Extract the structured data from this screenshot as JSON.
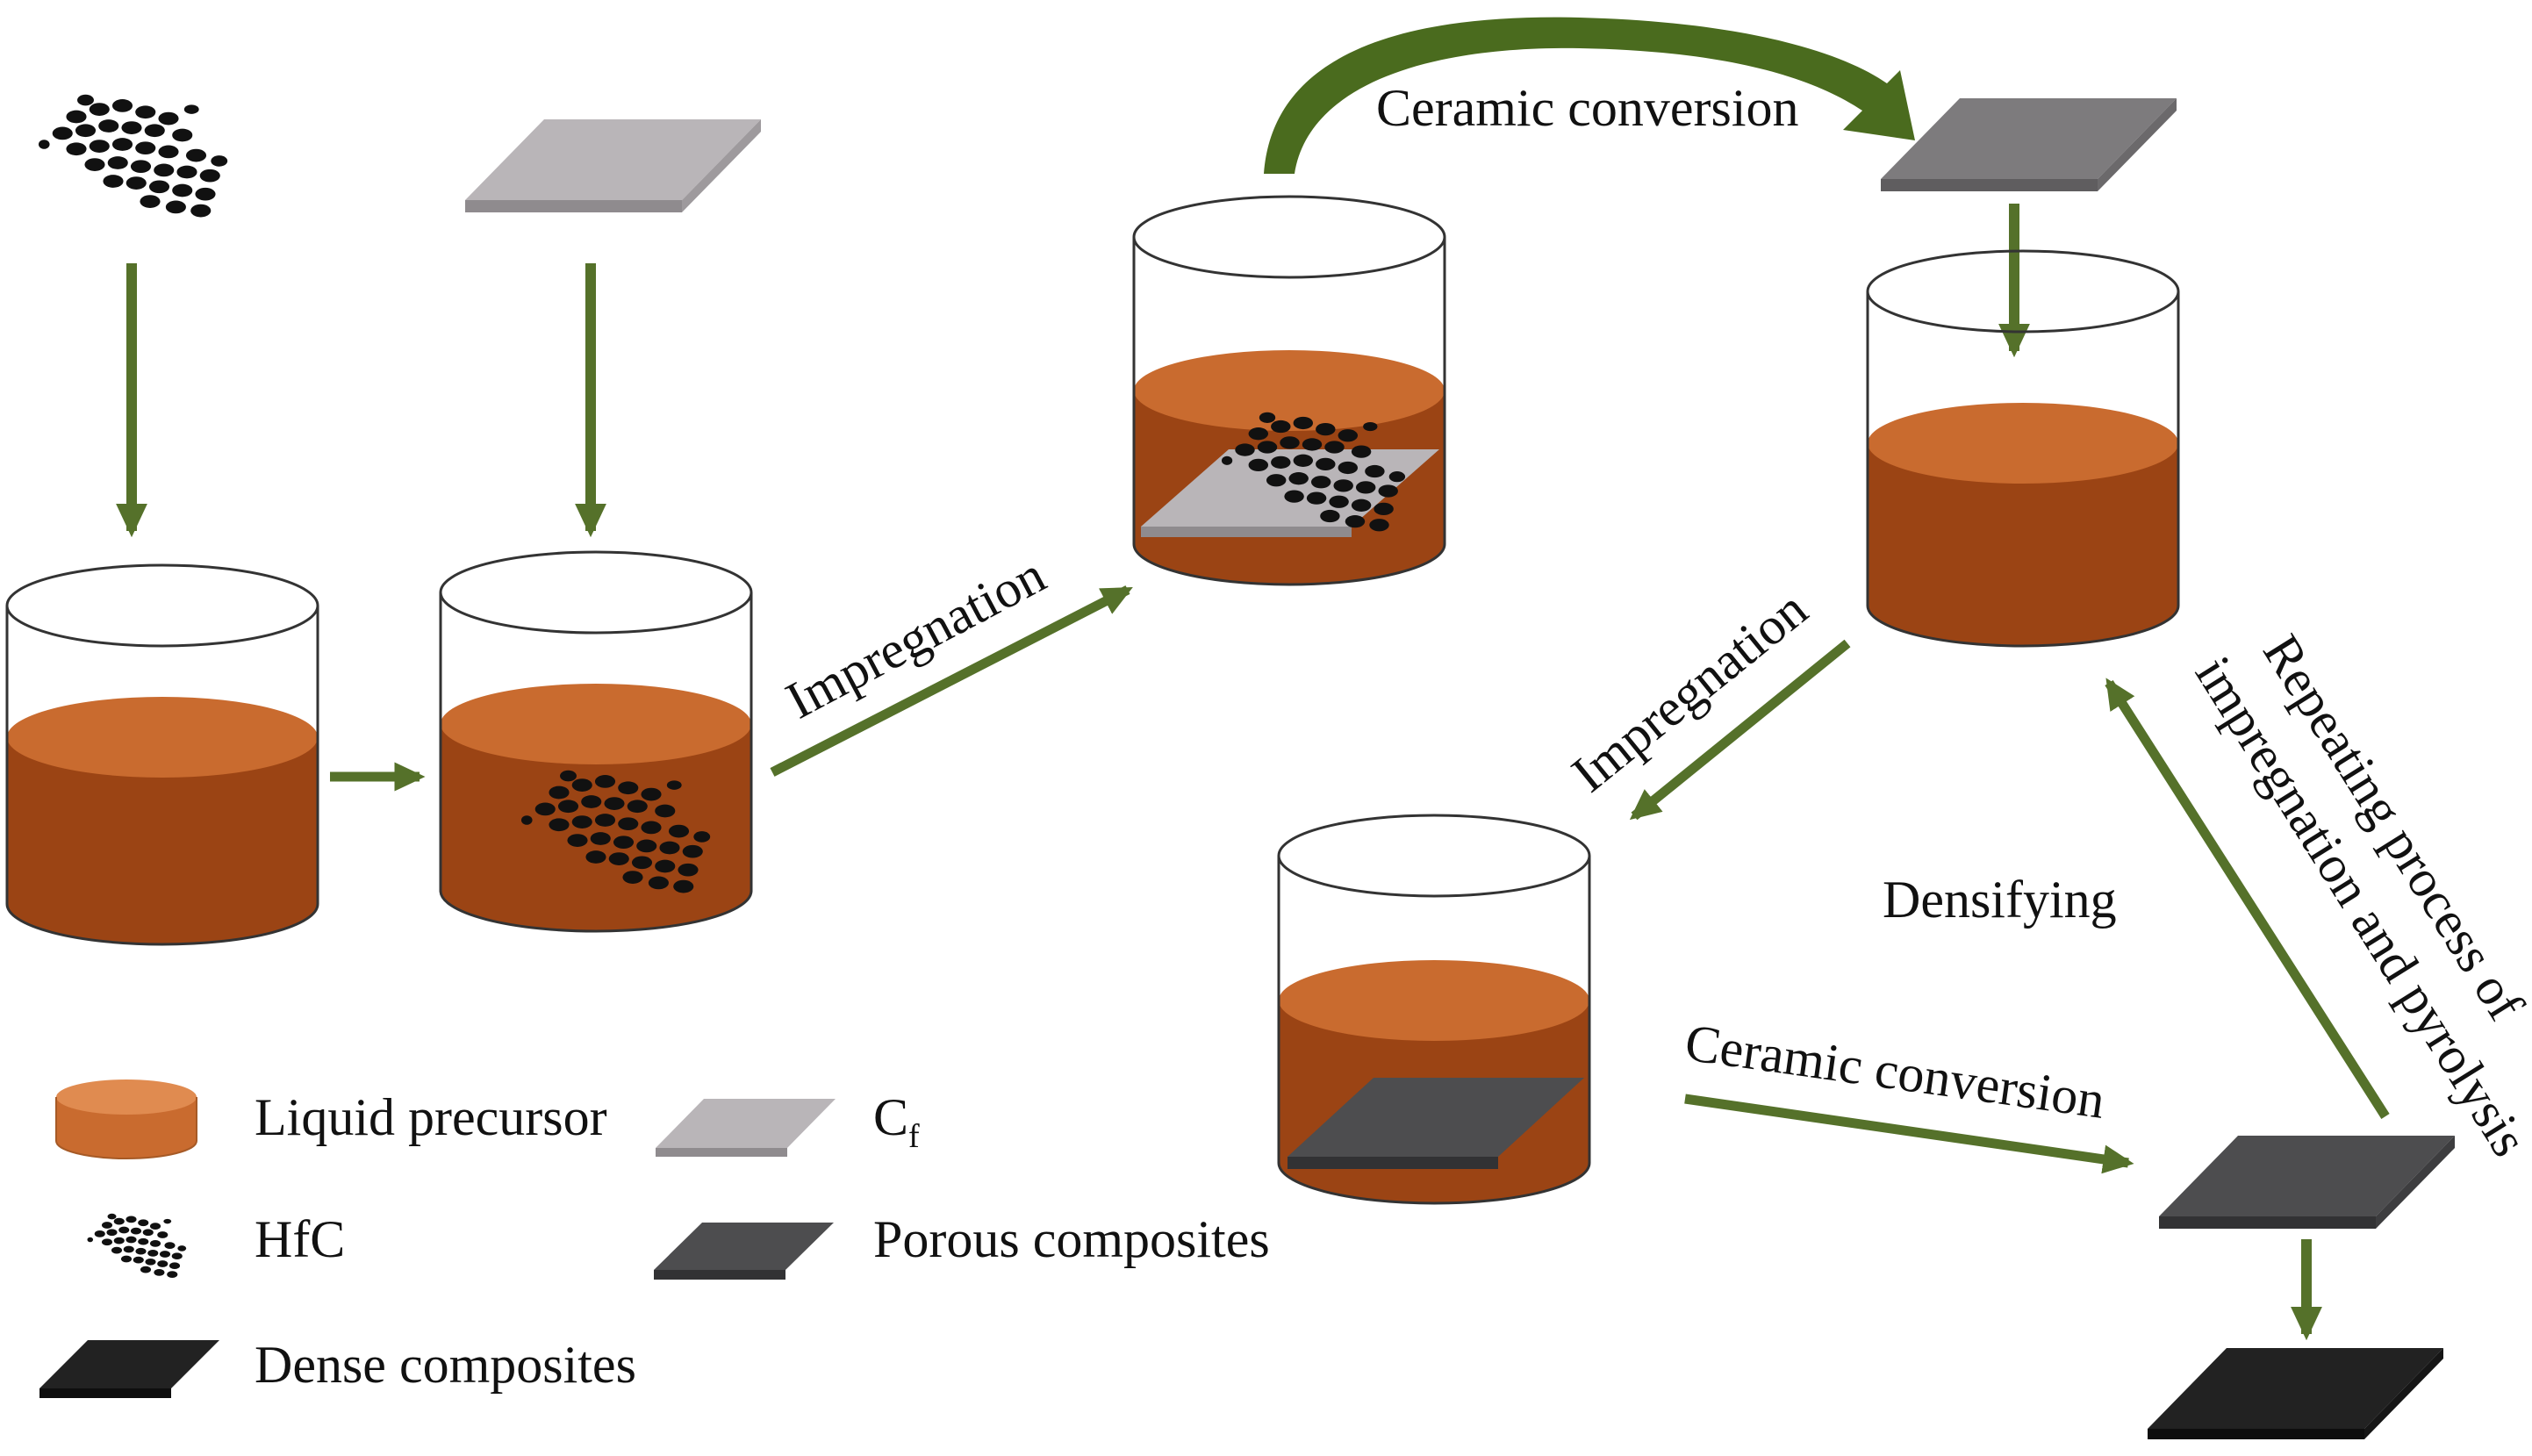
{
  "labels": {
    "ceramic_conversion_top": "Ceramic conversion",
    "impregnation_left": "Impregnation",
    "impregnation_right": "Impregnation",
    "densifying": "Densifying",
    "ceramic_conversion_bottom": "Ceramic conversion",
    "repeating_line1": "Repeating process of",
    "repeating_line2": "impregnation and pyrolysis"
  },
  "legend": {
    "liquid_precursor": "Liquid precursor",
    "cf_main": "C",
    "cf_sub": "f",
    "hfc": "HfC",
    "porous": "Porous composites",
    "dense": "Dense composites"
  },
  "colors": {
    "liquid_top": "#c96b2f",
    "liquid_body": "#9b4414",
    "arrow": "#55712a",
    "cf_plate": "#b9b5b8",
    "porous_plate": "#58585a",
    "dense_plate": "#252525",
    "particle": "#111111"
  }
}
